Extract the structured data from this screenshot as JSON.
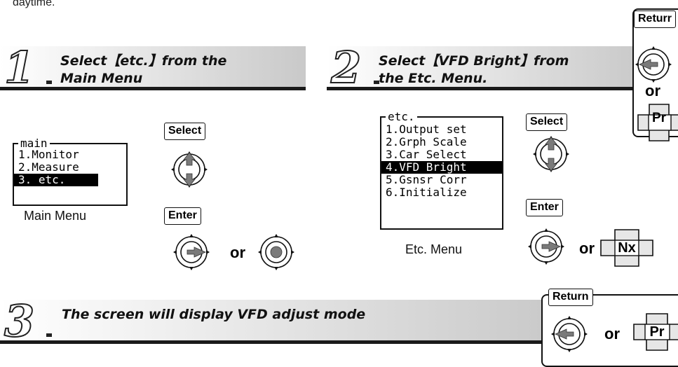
{
  "header_fragment": "daytime.",
  "steps": {
    "step1": {
      "number": "1",
      "title_line1": "Select【etc.】from the",
      "title_line2": "Main Menu"
    },
    "step2": {
      "number": "2",
      "title_line1": "Select【VFD Bright】from",
      "title_line2": "the Etc. Menu."
    },
    "step3": {
      "number": "3",
      "title": "The screen will display VFD adjust mode"
    }
  },
  "main_menu": {
    "header": "main",
    "items": [
      "1.Monitor",
      "2.Measure",
      "3. etc."
    ],
    "selected_index": 2,
    "caption": "Main Menu"
  },
  "etc_menu": {
    "header": "etc.",
    "items": [
      "1.Output set",
      "2.Grph Scale",
      "3.Car Select",
      "4.VFD Bright",
      "5.Gsnsr Corr",
      "6.Initialize"
    ],
    "selected_index": 3,
    "caption": "Etc. Menu"
  },
  "keys": {
    "select": "Select",
    "enter": "Enter",
    "return": "Return",
    "return_clipped": "Returr",
    "or": "or",
    "next": "Nx",
    "prev": "Pr"
  },
  "icons": {
    "dial_updown": "dial-up-down-icon",
    "dial_right": "dial-right-icon",
    "dial_left": "dial-left-icon",
    "dial_press": "dial-press-icon",
    "cross_next": "cross-next-icon",
    "cross_prev": "cross-prev-icon"
  }
}
